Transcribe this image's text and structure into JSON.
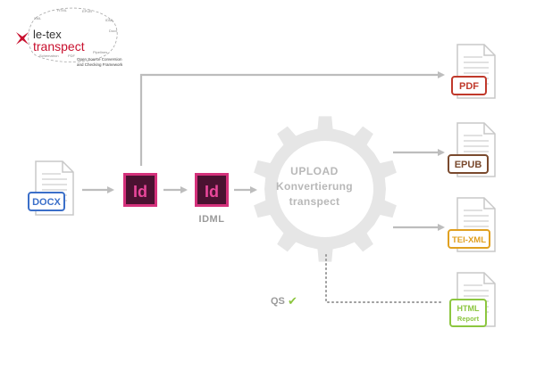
{
  "logo": {
    "brand_top": "le-tex",
    "brand_bottom": "transpect",
    "tagline_1": "Open Source Conversion",
    "tagline_2": "and Checking Framework",
    "ring_words": [
      "XML",
      "HTML",
      "EPUB",
      "IDML",
      "Docx",
      "PDF",
      "Schematron",
      "Pipelines"
    ]
  },
  "inputs": {
    "docx_label": "DOCX",
    "indesign_1_label": "Id",
    "indesign_2_label": "Id",
    "idml_label": "IDML"
  },
  "gear": {
    "line_1": "UPLOAD",
    "line_2": "Konvertierung",
    "line_3": "transpect"
  },
  "outputs": [
    {
      "label": "PDF",
      "color": "#c0392b"
    },
    {
      "label": "EPUB",
      "color": "#7a4a2e"
    },
    {
      "label": "TEI-XML",
      "color": "#e0a020"
    },
    {
      "label_line_1": "HTML",
      "label_line_2": "Report",
      "color": "#8cc63f"
    }
  ],
  "qs": {
    "label": "QS",
    "check": "✔",
    "check_color": "#8cc63f"
  },
  "colors": {
    "arrow": "#bdbdbd",
    "gear": "#e6e6e6",
    "gear_text": "#b8b8b8",
    "indesign_border": "#d4317b",
    "indesign_bg": "#4a1231",
    "indesign_text": "#e8479a",
    "docx_border": "#3b6fc9",
    "brand_red": "#c8102e"
  }
}
